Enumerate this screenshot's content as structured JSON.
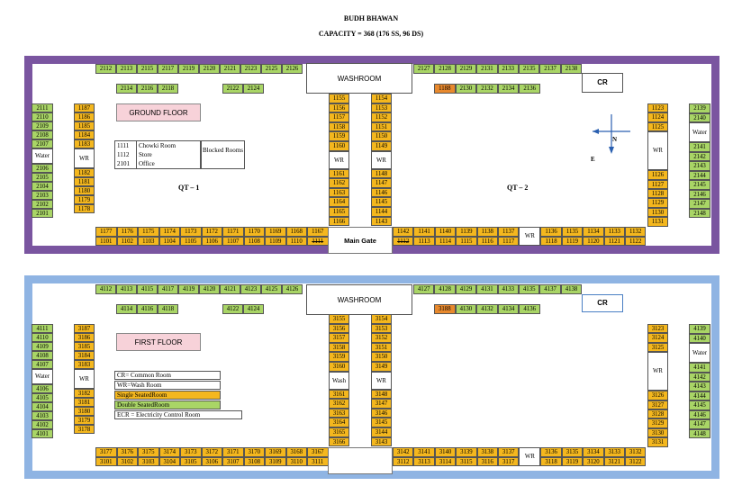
{
  "header": {
    "title": "BUDH BHAWAN",
    "capacity": "CAPACITY = 368 (176 SS, 96 DS)"
  },
  "colors": {
    "ground_frame": "#7a55a0",
    "first_frame": "#8fb4e3",
    "single_seated": "#f4b71e",
    "double_seated": "#a9d566",
    "highlight": "#e8892d"
  },
  "ground": {
    "floor_label": "GROUND FLOOR",
    "washroom": "WASHROOM",
    "cr": "CR",
    "main_gate": "Main Gate",
    "blocked": "Blocked Rooms",
    "qt1": "QT – 1",
    "qt2": "QT – 2",
    "compass_n": "N",
    "compass_e": "E",
    "info_rows": [
      [
        "1111",
        "Chowki Room"
      ],
      [
        "1112",
        "Store"
      ],
      [
        "2101",
        "Office"
      ]
    ],
    "top_row_left": [
      "2112",
      "2113",
      "2115",
      "2117",
      "2119",
      "2120",
      "2121",
      "2123",
      "2125",
      "2126"
    ],
    "sub_row_left": [
      "2114",
      "2116",
      "2118"
    ],
    "sub_row_mid": [
      "2122",
      "2124"
    ],
    "top_row_right": [
      "2127",
      "2128",
      "2129",
      "2131",
      "2133",
      "2135",
      "2137",
      "2138"
    ],
    "sub_row_right": [
      "1188",
      "2130",
      "2132",
      "2134",
      "2136"
    ],
    "left_col1": [
      "2111",
      "2110",
      "2109",
      "2108",
      "2107",
      "Water",
      "2106",
      "2105",
      "2104",
      "2103",
      "2102",
      "2101"
    ],
    "left_col2": [
      "1187",
      "1186",
      "1185",
      "1184",
      "1183",
      "WR",
      "1182",
      "1181",
      "1180",
      "1179",
      "1178"
    ],
    "center_col1": [
      "1155",
      "1156",
      "1157",
      "1158",
      "1159",
      "1160",
      "WR",
      "1161",
      "1162",
      "1163",
      "1164",
      "1165",
      "1166"
    ],
    "center_col2": [
      "1154",
      "1153",
      "1152",
      "1151",
      "1150",
      "1149",
      "WR",
      "1148",
      "1147",
      "1146",
      "1145",
      "1144",
      "1143"
    ],
    "right_col1": [
      "1123",
      "1124",
      "1125",
      "WR",
      "1126",
      "1127",
      "1128",
      "1129",
      "1130",
      "1131"
    ],
    "right_col2": [
      "2139",
      "2140",
      "Water",
      "2141",
      "2142",
      "2143",
      "2144",
      "2145",
      "2146",
      "2147",
      "2148"
    ],
    "bottom_left_top": [
      "1177",
      "1176",
      "1175",
      "1174",
      "1173",
      "1172",
      "1171",
      "1170",
      "1169",
      "1168",
      "1167"
    ],
    "bottom_left_bot": [
      "1101",
      "1102",
      "1103",
      "1104",
      "1105",
      "1106",
      "1107",
      "1108",
      "1109",
      "1110",
      "1111"
    ],
    "bottom_right_top": [
      "1142",
      "1141",
      "1140",
      "1139",
      "1138",
      "1137",
      "WR",
      "1136",
      "1135",
      "1134",
      "1133",
      "1132"
    ],
    "bottom_right_bot": [
      "1112",
      "1113",
      "1114",
      "1115",
      "1116",
      "1117",
      "WR",
      "1118",
      "1119",
      "1120",
      "1121",
      "1122"
    ]
  },
  "first": {
    "floor_label": "FIRST FLOOR",
    "washroom": "WASHROOM",
    "cr": "CR",
    "legend": [
      "CR= Common Room",
      "WR=Wash Room",
      "Single SeatedRoom",
      "Double SeatedRoom",
      "ECR = Electricity Control Room"
    ],
    "top_row_left": [
      "4112",
      "4113",
      "4115",
      "4117",
      "4119",
      "4120",
      "4121",
      "4123",
      "4125",
      "4126"
    ],
    "sub_row_left": [
      "4114",
      "4116",
      "4118"
    ],
    "sub_row_mid": [
      "4122",
      "4124"
    ],
    "top_row_right": [
      "4127",
      "4128",
      "4129",
      "4131",
      "4133",
      "4135",
      "4137",
      "4138"
    ],
    "sub_row_right": [
      "3188",
      "4130",
      "4132",
      "4134",
      "4136"
    ],
    "left_col1": [
      "4111",
      "4110",
      "4109",
      "4108",
      "4107",
      "Water",
      "4106",
      "4105",
      "4104",
      "4103",
      "4102",
      "4101"
    ],
    "left_col2": [
      "3187",
      "3186",
      "3185",
      "3184",
      "3183",
      "WR",
      "3182",
      "3181",
      "3180",
      "3179",
      "3178"
    ],
    "center_col1": [
      "3155",
      "3156",
      "3157",
      "3158",
      "3159",
      "3160",
      "Wash",
      "3161",
      "3162",
      "3163",
      "3164",
      "3165",
      "3166"
    ],
    "center_col2": [
      "3154",
      "3153",
      "3152",
      "3151",
      "3150",
      "3149",
      "WR",
      "3148",
      "3147",
      "3146",
      "3145",
      "3144",
      "3143"
    ],
    "right_col1": [
      "3123",
      "3124",
      "3125",
      "WR",
      "3126",
      "3127",
      "3128",
      "3129",
      "3130",
      "3131"
    ],
    "right_col2": [
      "4139",
      "4140",
      "Water",
      "4141",
      "4142",
      "4143",
      "4144",
      "4145",
      "4146",
      "4147",
      "4148"
    ],
    "bottom_left_top": [
      "3177",
      "3176",
      "3175",
      "3174",
      "3173",
      "3172",
      "3171",
      "3170",
      "3169",
      "3168",
      "3167"
    ],
    "bottom_left_bot": [
      "3101",
      "3102",
      "3103",
      "3104",
      "3105",
      "3106",
      "3107",
      "3108",
      "3109",
      "3110",
      "3111"
    ],
    "bottom_right_top": [
      "3142",
      "3141",
      "3140",
      "3139",
      "3138",
      "3137",
      "WR",
      "3136",
      "3135",
      "3134",
      "3133",
      "3132"
    ],
    "bottom_right_bot": [
      "3112",
      "3113",
      "3114",
      "3115",
      "3116",
      "3117",
      "WR",
      "3118",
      "3119",
      "3120",
      "3121",
      "3122"
    ]
  }
}
